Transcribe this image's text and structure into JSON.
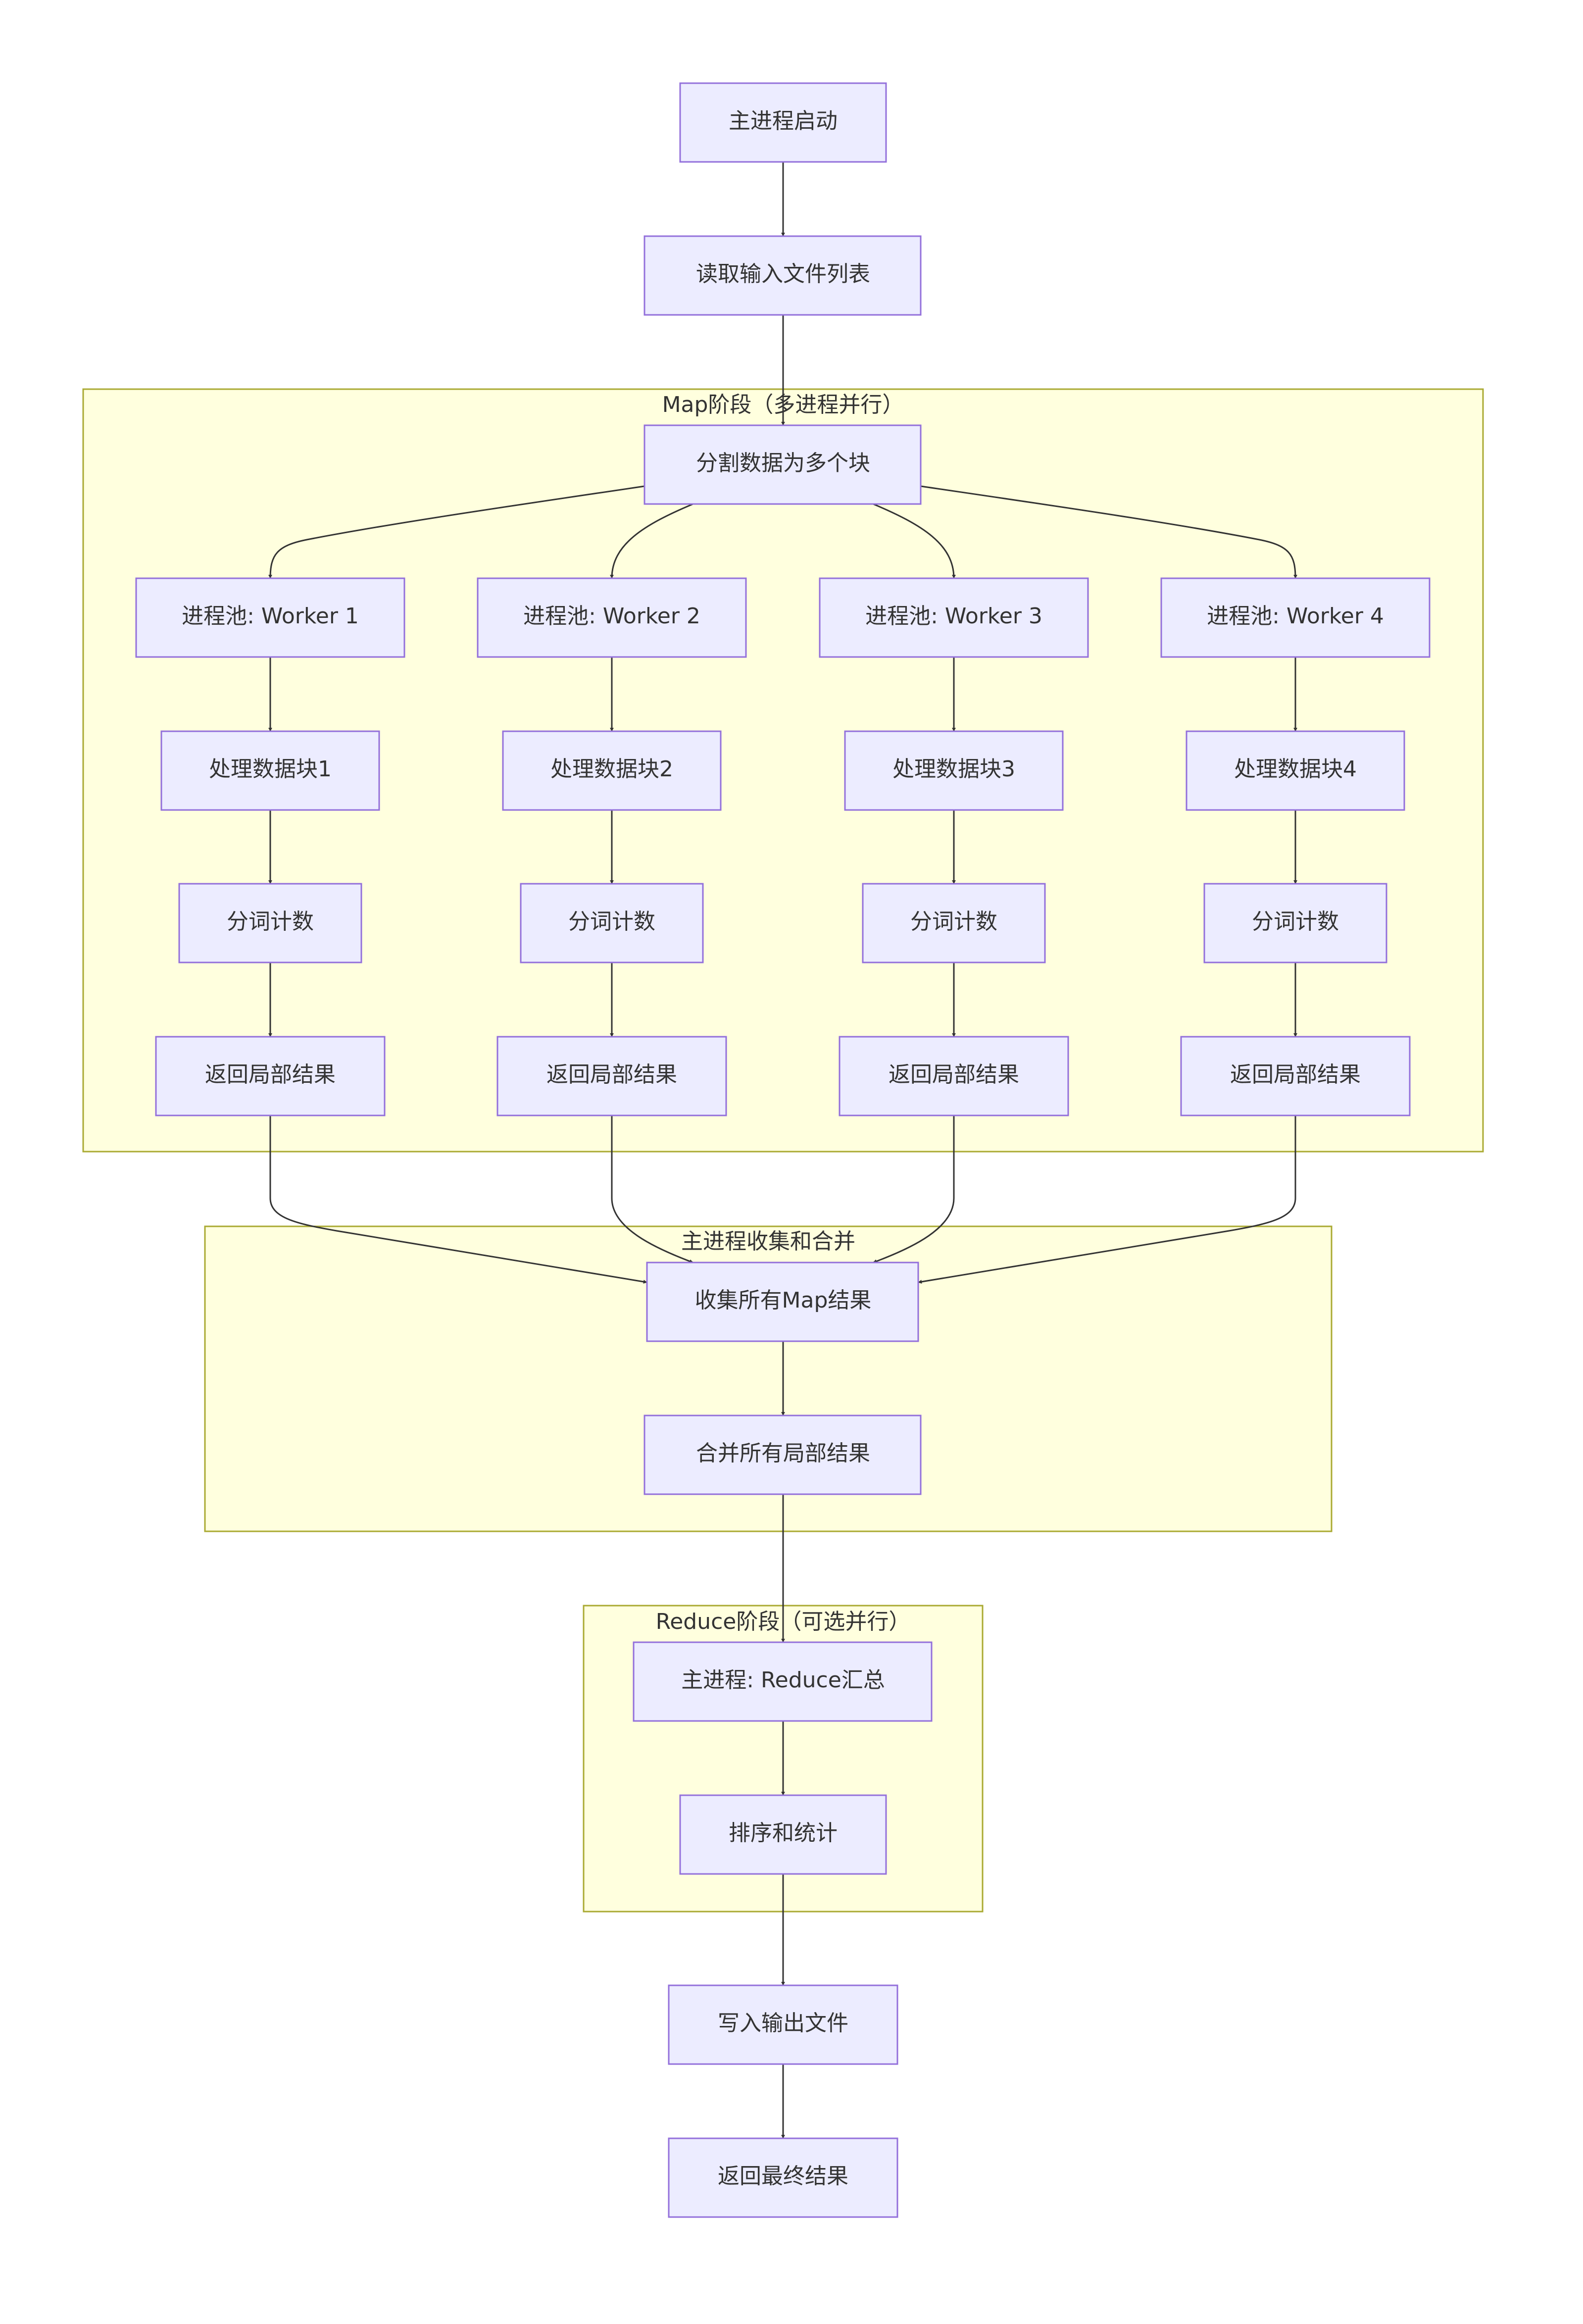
{
  "clusters": {
    "map": {
      "label": "Map阶段（多进程并行）"
    },
    "collect": {
      "label": "主进程收集和合并"
    },
    "reduce": {
      "label": "Reduce阶段（可选并行）"
    }
  },
  "nodes": {
    "start": "主进程启动",
    "read": "读取输入文件列表",
    "split": "分割数据为多个块",
    "worker1": "进程池: Worker 1",
    "worker2": "进程池: Worker 2",
    "worker3": "进程池: Worker 3",
    "worker4": "进程池: Worker 4",
    "proc1": "处理数据块1",
    "proc2": "处理数据块2",
    "proc3": "处理数据块3",
    "proc4": "处理数据块4",
    "count1": "分词计数",
    "count2": "分词计数",
    "count3": "分词计数",
    "count4": "分词计数",
    "ret1": "返回局部结果",
    "ret2": "返回局部结果",
    "ret3": "返回局部结果",
    "ret4": "返回局部结果",
    "gather": "收集所有Map结果",
    "merge": "合并所有局部结果",
    "reduce": "主进程: Reduce汇总",
    "sort": "排序和统计",
    "write": "写入输出文件",
    "final": "返回最终结果"
  },
  "edges": [
    [
      "start",
      "read"
    ],
    [
      "read",
      "split"
    ],
    [
      "split",
      "worker1"
    ],
    [
      "split",
      "worker2"
    ],
    [
      "split",
      "worker3"
    ],
    [
      "split",
      "worker4"
    ],
    [
      "worker1",
      "proc1"
    ],
    [
      "worker2",
      "proc2"
    ],
    [
      "worker3",
      "proc3"
    ],
    [
      "worker4",
      "proc4"
    ],
    [
      "proc1",
      "count1"
    ],
    [
      "proc2",
      "count2"
    ],
    [
      "proc3",
      "count3"
    ],
    [
      "proc4",
      "count4"
    ],
    [
      "count1",
      "ret1"
    ],
    [
      "count2",
      "ret2"
    ],
    [
      "count3",
      "ret3"
    ],
    [
      "count4",
      "ret4"
    ],
    [
      "ret1",
      "gather"
    ],
    [
      "ret2",
      "gather"
    ],
    [
      "ret3",
      "gather"
    ],
    [
      "ret4",
      "gather"
    ],
    [
      "gather",
      "merge"
    ],
    [
      "merge",
      "reduce"
    ],
    [
      "reduce",
      "sort"
    ],
    [
      "sort",
      "write"
    ],
    [
      "write",
      "final"
    ]
  ]
}
